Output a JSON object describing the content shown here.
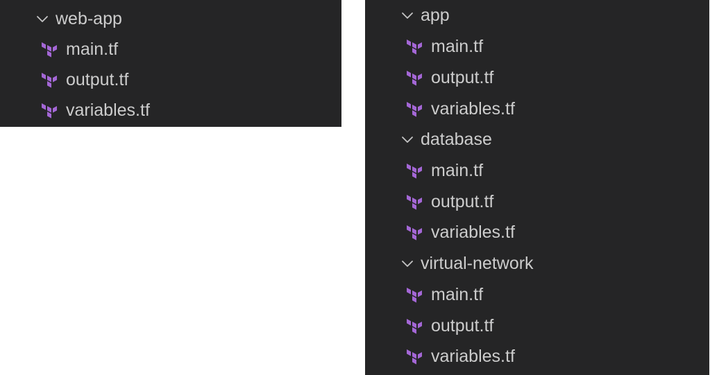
{
  "colors": {
    "panel_bg": "#252526",
    "text": "#cccccc",
    "terraform_icon": "#a467d6",
    "chevron": "#c5c5c5"
  },
  "left_panel": {
    "folder": {
      "label": "web-app",
      "expanded": true,
      "icon": "chevron-down-icon",
      "files": [
        {
          "label": "main.tf",
          "icon": "terraform-icon"
        },
        {
          "label": "output.tf",
          "icon": "terraform-icon"
        },
        {
          "label": "variables.tf",
          "icon": "terraform-icon"
        }
      ]
    }
  },
  "right_panel": {
    "folders": [
      {
        "label": "app",
        "expanded": true,
        "icon": "chevron-down-icon",
        "files": [
          {
            "label": "main.tf",
            "icon": "terraform-icon"
          },
          {
            "label": "output.tf",
            "icon": "terraform-icon"
          },
          {
            "label": "variables.tf",
            "icon": "terraform-icon"
          }
        ]
      },
      {
        "label": "database",
        "expanded": true,
        "icon": "chevron-down-icon",
        "files": [
          {
            "label": "main.tf",
            "icon": "terraform-icon"
          },
          {
            "label": "output.tf",
            "icon": "terraform-icon"
          },
          {
            "label": "variables.tf",
            "icon": "terraform-icon"
          }
        ]
      },
      {
        "label": "virtual-network",
        "expanded": true,
        "icon": "chevron-down-icon",
        "files": [
          {
            "label": "main.tf",
            "icon": "terraform-icon"
          },
          {
            "label": "output.tf",
            "icon": "terraform-icon"
          },
          {
            "label": "variables.tf",
            "icon": "terraform-icon"
          }
        ]
      }
    ]
  }
}
